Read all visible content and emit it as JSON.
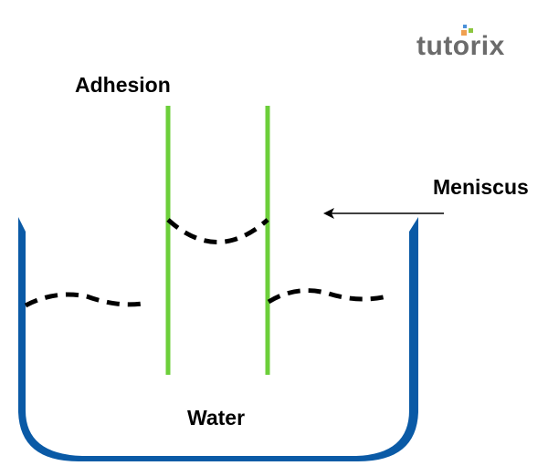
{
  "labels": {
    "adhesion": "Adhesion",
    "meniscus": "Meniscus",
    "water": "Water"
  },
  "logo": {
    "text": "tutorix"
  },
  "colors": {
    "beaker": "#0a5aa6",
    "tube": "#6ccf3a",
    "water_surface": "#000000",
    "logo_text": "#6b6b6b"
  }
}
